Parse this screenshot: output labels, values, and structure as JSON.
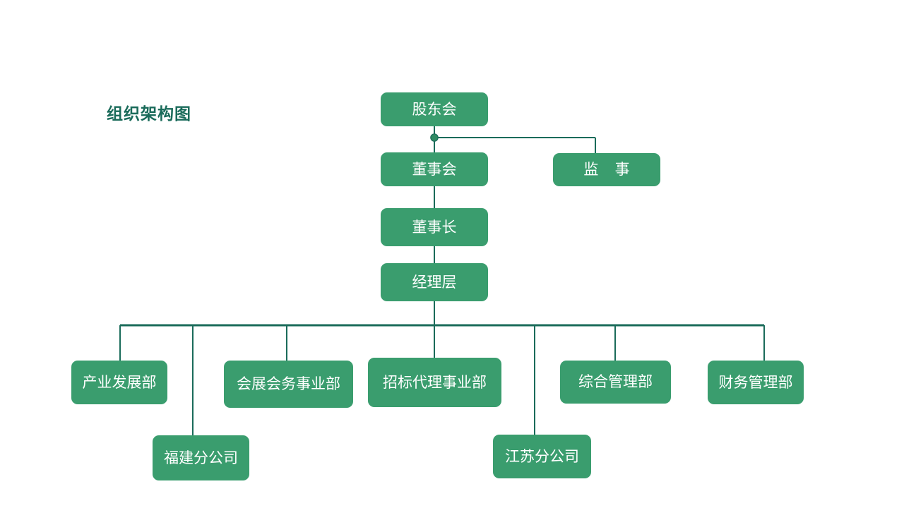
{
  "title": "组织架构图",
  "theme": {
    "background": "#ffffff",
    "box_fill": "#3a9d6e",
    "box_text": "#ffffff",
    "line_color": "#1a6b5a",
    "title_color": "#1a6b5a"
  },
  "chart_data": {
    "type": "diagram",
    "diagram_type": "organizational-chart",
    "title": "组织架构图",
    "orientation": "top-down",
    "nodes": [
      {
        "id": "shareholders",
        "label": "股东会",
        "level": 0
      },
      {
        "id": "board",
        "label": "董事会",
        "level": 1
      },
      {
        "id": "supervisor",
        "label": "监    事",
        "level": 1
      },
      {
        "id": "chairman",
        "label": "董事长",
        "level": 2
      },
      {
        "id": "manager",
        "label": "经理层",
        "level": 3
      },
      {
        "id": "industry",
        "label": "产业发展部",
        "level": 4
      },
      {
        "id": "exhibition",
        "label": "会展会务事业部",
        "level": 4
      },
      {
        "id": "bidding",
        "label": "招标代理事业部",
        "level": 4
      },
      {
        "id": "admin",
        "label": "综合管理部",
        "level": 4
      },
      {
        "id": "finance",
        "label": "财务管理部",
        "level": 4
      },
      {
        "id": "fujian",
        "label": "福建分公司",
        "level": 5
      },
      {
        "id": "jiangsu",
        "label": "江苏分公司",
        "level": 5
      }
    ],
    "edges": [
      {
        "from": "shareholders",
        "to": "board"
      },
      {
        "from": "shareholders",
        "to": "supervisor"
      },
      {
        "from": "board",
        "to": "chairman"
      },
      {
        "from": "chairman",
        "to": "manager"
      },
      {
        "from": "manager",
        "to": "industry"
      },
      {
        "from": "manager",
        "to": "exhibition"
      },
      {
        "from": "manager",
        "to": "bidding"
      },
      {
        "from": "manager",
        "to": "admin"
      },
      {
        "from": "manager",
        "to": "finance"
      },
      {
        "from": "manager",
        "to": "fujian"
      },
      {
        "from": "manager",
        "to": "jiangsu"
      }
    ]
  },
  "nodes": {
    "shareholders": "股东会",
    "board": "董事会",
    "supervisor": "监    事",
    "chairman": "董事长",
    "manager": "经理层",
    "industry": "产业发展部",
    "exhibition": "会展会务事业部",
    "bidding": "招标代理事业部",
    "admin": "综合管理部",
    "finance": "财务管理部",
    "fujian": "福建分公司",
    "jiangsu": "江苏分公司"
  }
}
